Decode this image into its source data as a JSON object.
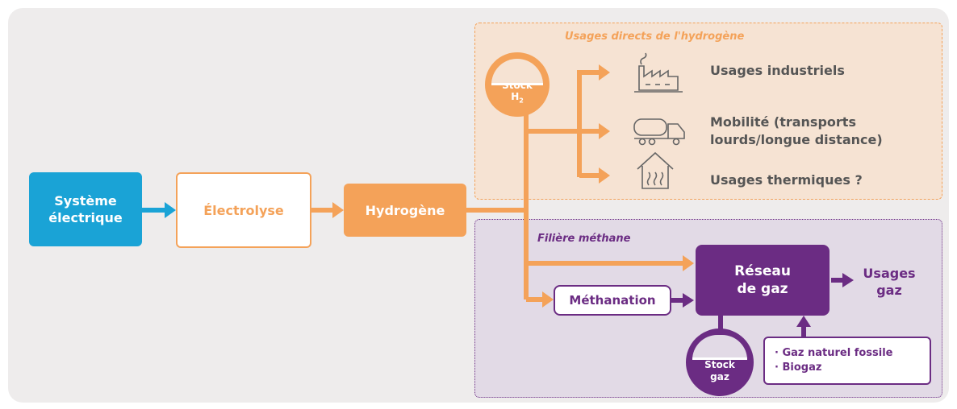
{
  "colors": {
    "blue": "#1aa3d6",
    "orange": "#f4a259",
    "purple": "#6b2c83",
    "peach_panel": "#f6e3d3",
    "lilac_panel": "#e2dae6",
    "text_gray": "#555555"
  },
  "nodes": {
    "systeme_electrique": "Système\nélectrique",
    "electrolyse": "Électrolyse",
    "hydrogene": "Hydrogène",
    "stock_h2_label": "Stock",
    "stock_h2_sub": "H",
    "stock_h2_subscript": "2",
    "methanation": "Méthanation",
    "reseau_gaz": "Réseau\nde gaz",
    "usages_gaz": "Usages\ngaz",
    "stock_gaz": "Stock\ngaz",
    "sources": [
      "· Gaz naturel fossile",
      "· Biogaz"
    ]
  },
  "panels": {
    "usages_directs_title": "Usages directs de l'hydrogène",
    "filiere_methane_title": "Filière méthane"
  },
  "usages": [
    {
      "label": "Usages industriels",
      "icon": "factory-icon"
    },
    {
      "label": "Mobilité (transports\nlourds/longue distance)",
      "icon": "truck-icon"
    },
    {
      "label": "Usages thermiques ?",
      "icon": "house-heating-icon"
    }
  ]
}
